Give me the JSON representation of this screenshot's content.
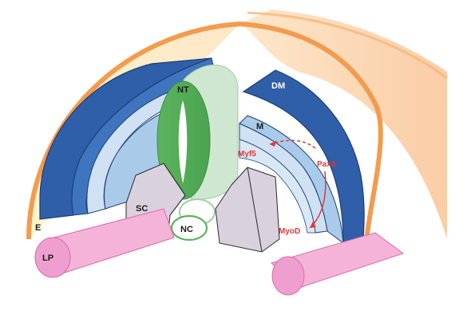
{
  "labels": {
    "nt": "NT",
    "dm": "DM",
    "m": "M",
    "sc": "SC",
    "nc": "NC",
    "e": "E",
    "lp": "LP"
  },
  "genes": {
    "myf5": "Myf5",
    "pax3": "Pax3",
    "myod": "MyoD"
  },
  "colors": {
    "ectoderm_orange": "#f39b4e",
    "ectoderm_light": "#fff3c4",
    "dermomyotome_blue": "#2e5fa8",
    "myotome_light_blue": "#a9cbe9",
    "neural_tube_green": "#5bb35e",
    "neural_tube_light": "#cfe7d1",
    "sclerotome_gray": "#d9d2de",
    "lateral_plate_pink": "#ef9fcf",
    "gene_red": "#e0383b"
  }
}
